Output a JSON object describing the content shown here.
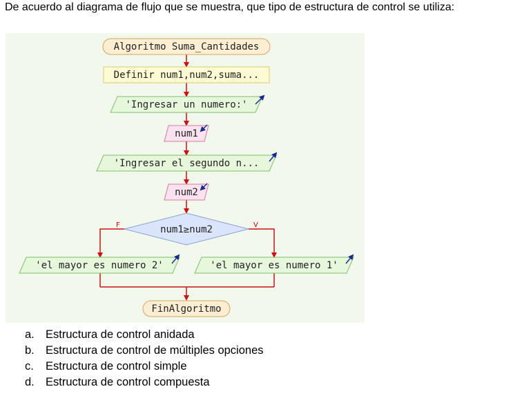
{
  "question": "De acuerdo al diagrama de flujo que se muestra, que tipo de estructura de control se utiliza:",
  "flowchart": {
    "start": "Algoritmo Suma_Cantidades",
    "define": "Definir num1,num2,suma...",
    "out1": "'Ingresar un numero:'",
    "in1": "num1",
    "out2": "'Ingresar el segundo n...",
    "in2": "num2",
    "decision": "num1≥num2",
    "false_label": "F",
    "true_label": "V",
    "out_false": "'el mayor es numero 2'",
    "out_true": "'el mayor es numero 1'",
    "end": "FinAlgoritmo",
    "colors": {
      "background": "#f2f9ec",
      "start_fill": "#fbeed2",
      "start_stroke": "#d9a35c",
      "define_fill": "#fdfbd4",
      "define_stroke": "#d8cc6a",
      "output_fill": "#e6f7dc",
      "output_stroke": "#7fbf6a",
      "input_fill": "#fbe2ee",
      "input_stroke": "#d07aa0",
      "decision_fill": "#dae4fb",
      "decision_stroke": "#8aa0d8",
      "arrow": "#cc1111",
      "io_arrow": "#1a2a8c"
    }
  },
  "options": [
    {
      "letter": "a.",
      "text": "Estructura de control anidada"
    },
    {
      "letter": "b.",
      "text": "Estructura de control de múltiples opciones"
    },
    {
      "letter": "c.",
      "text": "Estructura de control simple"
    },
    {
      "letter": "d.",
      "text": "Estructura de control compuesta"
    }
  ]
}
